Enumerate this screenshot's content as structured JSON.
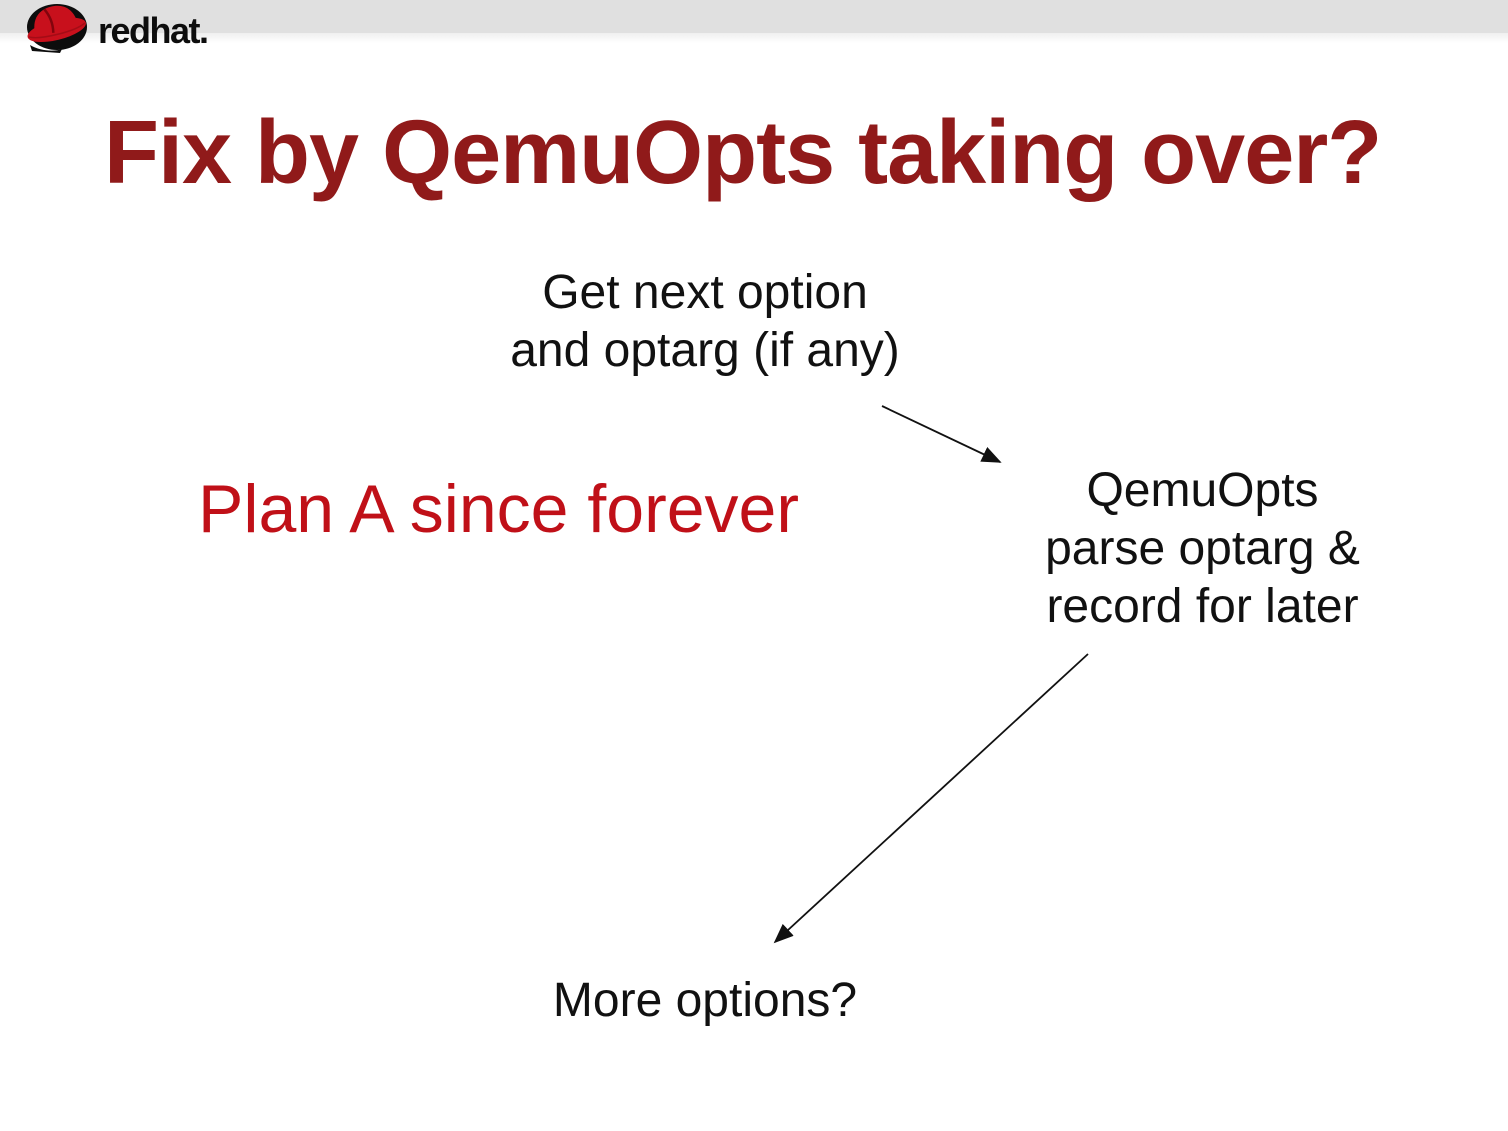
{
  "header": {
    "logo": {
      "word_bold": "red",
      "word_regular": "hat",
      "period": "."
    }
  },
  "slide": {
    "title": "Fix by QemuOpts taking over?"
  },
  "diagram": {
    "plan_label": "Plan A since forever",
    "nodes": [
      {
        "id": "get-next-option",
        "lines": [
          "Get next option",
          "and optarg (if any)"
        ]
      },
      {
        "id": "qemuopts-parse",
        "lines": [
          "QemuOpts",
          "parse optarg &",
          "record for later"
        ]
      },
      {
        "id": "more-options",
        "lines": [
          "More options?"
        ]
      }
    ],
    "arrows": [
      {
        "from": "get-next-option",
        "to": "qemuopts-parse"
      },
      {
        "from": "qemuopts-parse",
        "to": "more-options"
      }
    ]
  },
  "colors": {
    "title_maroon": "#901a1a",
    "plan_red": "#c01018",
    "header_gray": "#e0e0e0",
    "logo_red": "#c8101c",
    "text_black": "#111111"
  }
}
